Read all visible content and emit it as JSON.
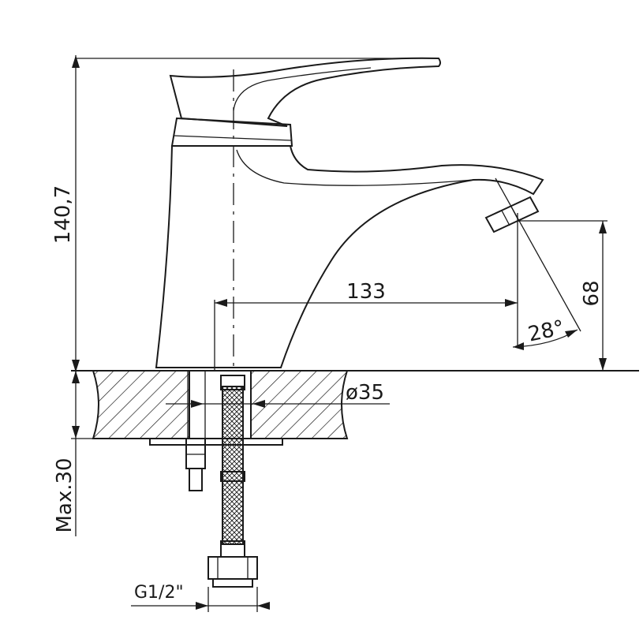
{
  "dimensions": {
    "height": "140,7",
    "spout_reach": "133",
    "spout_height": "68",
    "spout_angle": "28°",
    "hole_diameter": "ø35",
    "max_thickness": "Max.30",
    "thread": "G1/2\""
  }
}
